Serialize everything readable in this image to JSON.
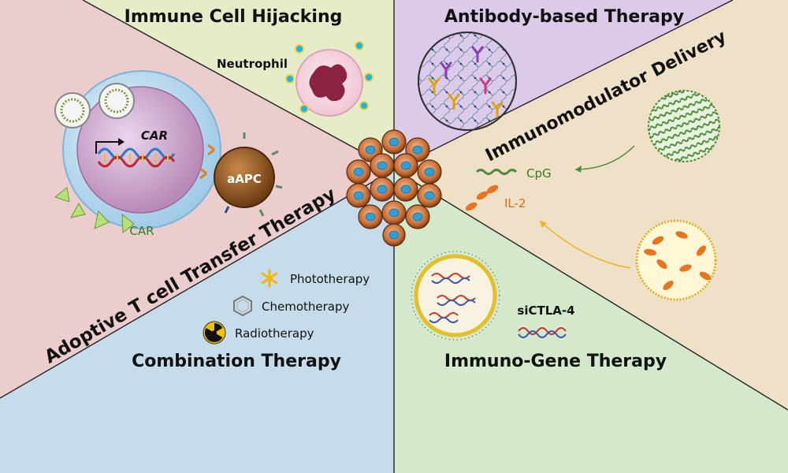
{
  "sections": {
    "immune_cell_hijacking": "Immune Cell Hijacking",
    "antibody_therapy": "Antibody-based Therapy",
    "immunomodulator_delivery": "Immunomodulator Delivery",
    "adoptive_t_cell": "Adoptive T cell Transfer Therapy",
    "combination_therapy": "Combination Therapy",
    "immuno_gene_therapy": "Immuno-Gene Therapy"
  },
  "labels": {
    "neutrophil": "Neutrophil",
    "car_inner": "CAR",
    "car_outer": "CAR",
    "aapc": "aAPC",
    "cpg": "CpG",
    "il2": "IL-2",
    "phototherapy": "Phototherapy",
    "chemotherapy": "Chemotherapy",
    "radiotherapy": "Radiotherapy",
    "sictla4": "siCTLA-4"
  },
  "colors": {
    "immune_cell_bg": "#e6ecc8",
    "antibody_bg": "#dccbe8",
    "immunomodulator_bg": "#efe1c8",
    "adoptive_bg": "#eccdcd",
    "combination_bg": "#c7dcea",
    "gene_bg": "#d4e8cc"
  }
}
